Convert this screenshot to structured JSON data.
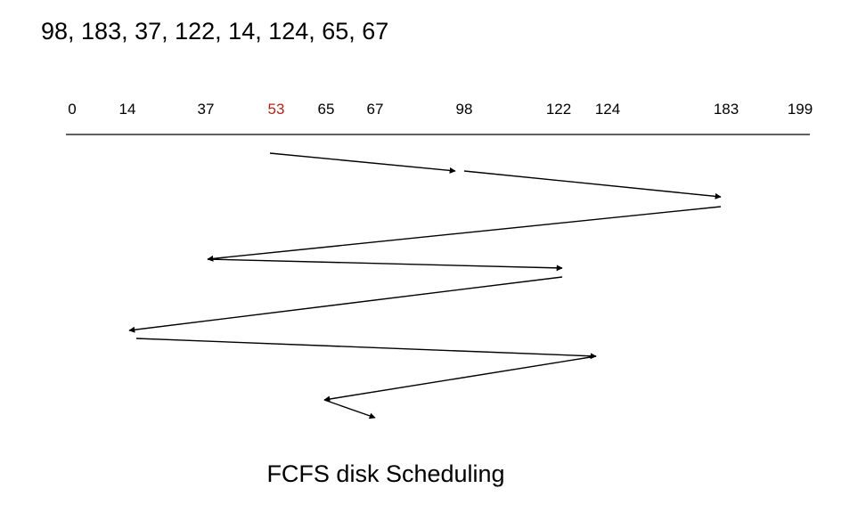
{
  "request_queue_text": "98, 183, 37, 122, 14, 124, 65, 67",
  "caption": "FCFS disk Scheduling",
  "colors": {
    "text": "#000000",
    "head_highlight": "#b02418",
    "line": "#000000"
  },
  "chart_data": {
    "type": "diagram",
    "scale_ticks": [
      "0",
      "14",
      "37",
      "53",
      "65",
      "67",
      "98",
      "122",
      "124",
      "183",
      "199"
    ],
    "highlighted_tick": "53",
    "head_start": 53,
    "service_order": [
      53,
      98,
      183,
      37,
      122,
      14,
      124,
      65,
      67
    ]
  }
}
